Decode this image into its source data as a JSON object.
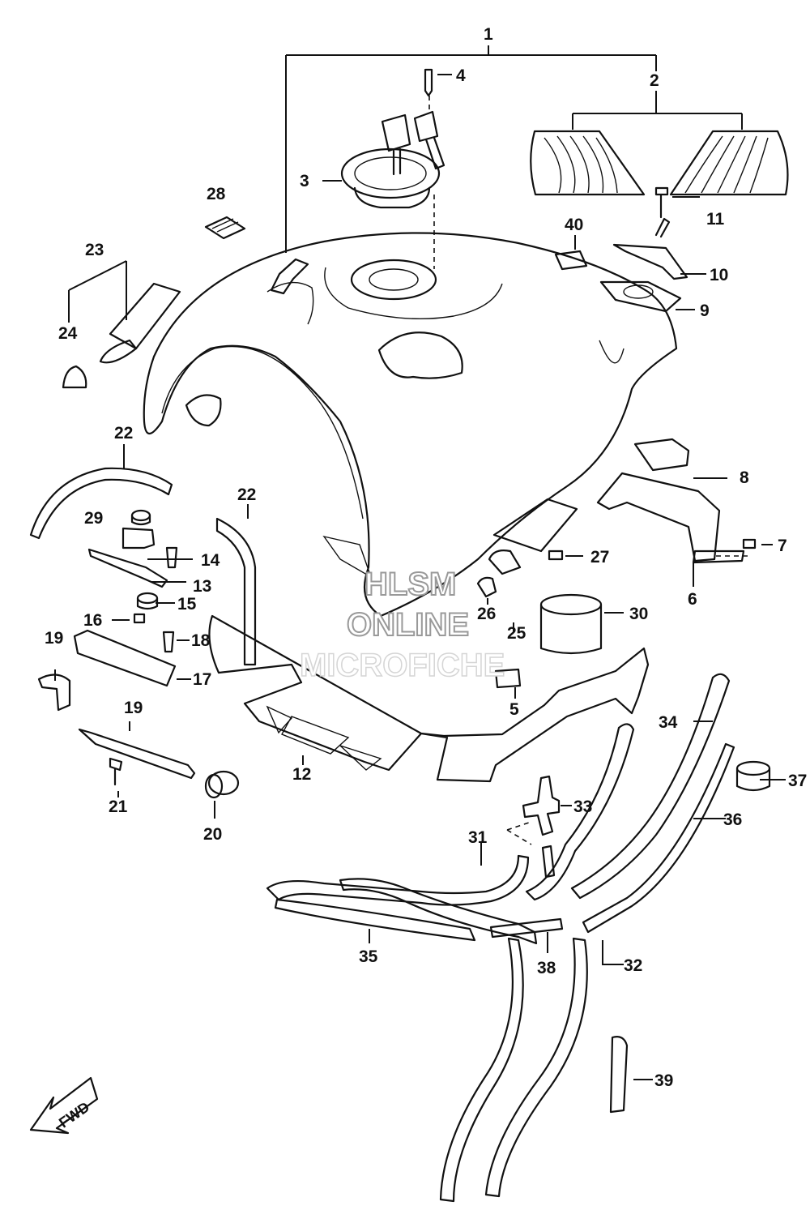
{
  "callouts": [
    {
      "id": "c1",
      "text": "1"
    },
    {
      "id": "c2",
      "text": "2"
    },
    {
      "id": "c3",
      "text": "3"
    },
    {
      "id": "c4",
      "text": "4"
    },
    {
      "id": "c5",
      "text": "5"
    },
    {
      "id": "c6",
      "text": "6"
    },
    {
      "id": "c7",
      "text": "7"
    },
    {
      "id": "c8",
      "text": "8"
    },
    {
      "id": "c9",
      "text": "9"
    },
    {
      "id": "c10",
      "text": "10"
    },
    {
      "id": "c11",
      "text": "11"
    },
    {
      "id": "c12",
      "text": "12"
    },
    {
      "id": "c13",
      "text": "13"
    },
    {
      "id": "c14",
      "text": "14"
    },
    {
      "id": "c15",
      "text": "15"
    },
    {
      "id": "c16",
      "text": "16"
    },
    {
      "id": "c17",
      "text": "17"
    },
    {
      "id": "c18",
      "text": "18"
    },
    {
      "id": "c19a",
      "text": "19"
    },
    {
      "id": "c19b",
      "text": "19"
    },
    {
      "id": "c20",
      "text": "20"
    },
    {
      "id": "c21",
      "text": "21"
    },
    {
      "id": "c22a",
      "text": "22"
    },
    {
      "id": "c22b",
      "text": "22"
    },
    {
      "id": "c23",
      "text": "23"
    },
    {
      "id": "c24",
      "text": "24"
    },
    {
      "id": "c25",
      "text": "25"
    },
    {
      "id": "c26",
      "text": "26"
    },
    {
      "id": "c27",
      "text": "27"
    },
    {
      "id": "c28",
      "text": "28"
    },
    {
      "id": "c29",
      "text": "29"
    },
    {
      "id": "c30",
      "text": "30"
    },
    {
      "id": "c31",
      "text": "31"
    },
    {
      "id": "c32",
      "text": "32"
    },
    {
      "id": "c33",
      "text": "33"
    },
    {
      "id": "c34",
      "text": "34"
    },
    {
      "id": "c35",
      "text": "35"
    },
    {
      "id": "c36",
      "text": "36"
    },
    {
      "id": "c37",
      "text": "37"
    },
    {
      "id": "c38",
      "text": "38"
    },
    {
      "id": "c39",
      "text": "39"
    },
    {
      "id": "c40",
      "text": "40"
    }
  ],
  "watermark": {
    "line1": "HLSM",
    "line2": "ONLINE",
    "line3": "MICROFICHE"
  },
  "fwd_label": "FWD",
  "colors": {
    "ink": "#111111",
    "background": "#ffffff",
    "watermark_outline": "#999999"
  }
}
